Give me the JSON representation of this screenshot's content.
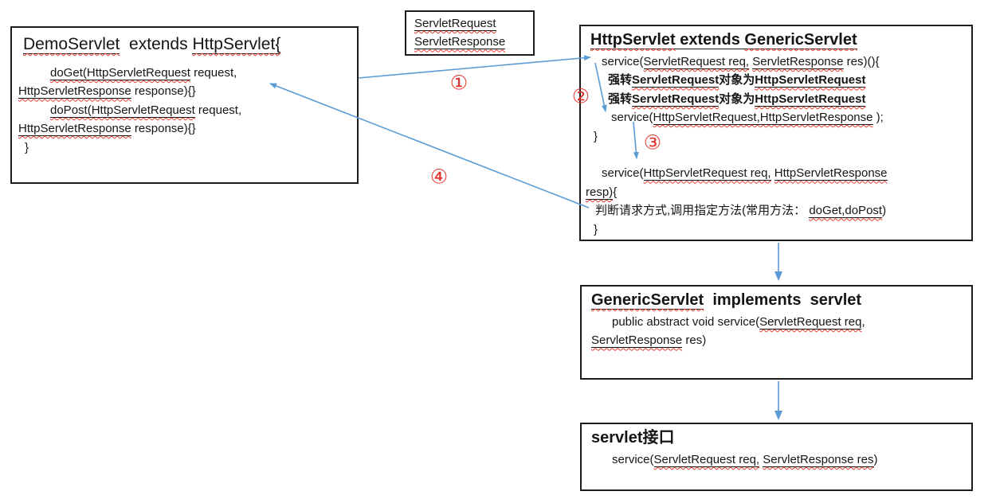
{
  "colors": {
    "arrow": "#5b9bd5",
    "number": "#e0302c",
    "border": "#1c1c1c",
    "wavy": "#e8392b"
  },
  "numbers": {
    "n1": "①",
    "n2": "②",
    "n3": "③",
    "n4": "④"
  },
  "boxes": {
    "demo_servlet": {
      "lines": [
        {
          "cls": "tr",
          "i": 8,
          "segs": [
            {
              "t": "DemoServlet",
              "u": 1,
              "w": 1
            },
            {
              "t": "  extends "
            },
            {
              "t": "HttpServlet{",
              "u": 1,
              "w": 1
            }
          ]
        },
        {
          "i": 42,
          "segs": [
            {
              "t": "doGet(HttpServletRequest",
              "u": 1,
              "w": 1
            },
            {
              "t": " request,"
            }
          ]
        },
        {
          "i": 2,
          "segs": [
            {
              "t": "HttpServletResponse",
              "u": 1,
              "w": 1
            },
            {
              "t": " response){}"
            }
          ]
        },
        {
          "i": 42,
          "segs": [
            {
              "t": "doPost(HttpServletRequest",
              "u": 1,
              "w": 1
            },
            {
              "t": " request,"
            }
          ]
        },
        {
          "i": 2,
          "segs": [
            {
              "t": "HttpServletResponse",
              "u": 1,
              "w": 1
            },
            {
              "t": " response){}"
            }
          ]
        },
        {
          "i": 10,
          "segs": [
            {
              "t": "}"
            }
          ]
        }
      ]
    },
    "request_types": {
      "lines": [
        {
          "i": 4,
          "segs": [
            {
              "t": "ServletRequest",
              "u": 1,
              "w": 1
            }
          ]
        },
        {
          "i": 4,
          "segs": [
            {
              "t": "ServletResponse",
              "u": 1,
              "w": 1
            }
          ]
        }
      ]
    },
    "http_servlet": {
      "lines": [
        {
          "cls": "tt",
          "i": 6,
          "segs": [
            {
              "t": "HttpServlet",
              "b": 1,
              "u": 1,
              "w": 1
            },
            {
              "t": " extends ",
              "b": 1,
              "u": 1
            },
            {
              "t": "GenericServlet",
              "b": 1,
              "u": 1,
              "w": 1
            }
          ]
        },
        {
          "i": 20,
          "segs": [
            {
              "t": "service("
            },
            {
              "t": "ServletRequest req,",
              "u": 1,
              "w": 1
            },
            {
              "t": " "
            },
            {
              "t": "ServletResponse",
              "u": 1,
              "w": 1
            },
            {
              "t": " res)(){"
            }
          ]
        },
        {
          "i": 28,
          "segs": [
            {
              "t": "强转",
              "b": 1
            },
            {
              "t": "ServletRequest",
              "b": 1,
              "u": 1,
              "w": 1
            },
            {
              "t": "对象为",
              "b": 1
            },
            {
              "t": "HttpServletRequest",
              "b": 1,
              "u": 1,
              "w": 1
            }
          ]
        },
        {
          "i": 28,
          "segs": [
            {
              "t": "强转",
              "b": 1
            },
            {
              "t": "ServletRequest",
              "b": 1,
              "u": 1,
              "w": 1
            },
            {
              "t": "对象为",
              "b": 1
            },
            {
              "t": "HttpServletRequest",
              "b": 1,
              "u": 1,
              "w": 1
            }
          ]
        },
        {
          "i": 32,
          "segs": [
            {
              "t": "service("
            },
            {
              "t": "HttpServletRequest,HttpServletResponse",
              "u": 1,
              "w": 1
            },
            {
              "t": " );"
            }
          ]
        },
        {
          "i": 10,
          "segs": [
            {
              "t": "}"
            }
          ]
        },
        {
          "i": 0,
          "segs": []
        },
        {
          "i": 20,
          "segs": [
            {
              "t": "service("
            },
            {
              "t": "HttpServletRequest req,",
              "u": 1,
              "w": 1
            },
            {
              "t": " "
            },
            {
              "t": "HttpServletResponse",
              "u": 1,
              "w": 1
            }
          ]
        },
        {
          "i": 0,
          "segs": [
            {
              "t": "resp)",
              "u": 1,
              "w": 1
            },
            {
              "t": "{"
            }
          ]
        },
        {
          "i": 12,
          "segs": [
            {
              "t": "判断请求方式,调用指定方法(常用方法： "
            },
            {
              "t": "doGet,doPost",
              "u": 1,
              "w": 1
            },
            {
              "t": ")"
            }
          ]
        },
        {
          "i": 10,
          "segs": [
            {
              "t": "}"
            }
          ]
        }
      ]
    },
    "generic_servlet": {
      "lines": [
        {
          "cls": "tt",
          "i": 6,
          "segs": [
            {
              "t": "GenericServlet",
              "b": 1,
              "u": 1,
              "w": 1
            },
            {
              "t": "  implements  servlet",
              "b": 1
            }
          ]
        },
        {
          "i": 32,
          "segs": [
            {
              "t": "public abstract void service("
            },
            {
              "t": "ServletRequest req",
              "u": 1,
              "w": 1
            },
            {
              "t": ","
            }
          ]
        },
        {
          "i": 6,
          "segs": [
            {
              "t": "ServletResponse",
              "u": 1,
              "w": 1
            },
            {
              "t": " res)"
            }
          ]
        }
      ]
    },
    "servlet_interface": {
      "lines": [
        {
          "cls": "tt",
          "i": 6,
          "segs": [
            {
              "t": "servlet接口",
              "b": 1
            }
          ]
        },
        {
          "i": 32,
          "segs": [
            {
              "t": "service("
            },
            {
              "t": "ServletRequest req,",
              "u": 1,
              "w": 1
            },
            {
              "t": " "
            },
            {
              "t": "ServletResponse res",
              "u": 1,
              "w": 1
            },
            {
              "t": ")"
            }
          ]
        }
      ]
    }
  }
}
